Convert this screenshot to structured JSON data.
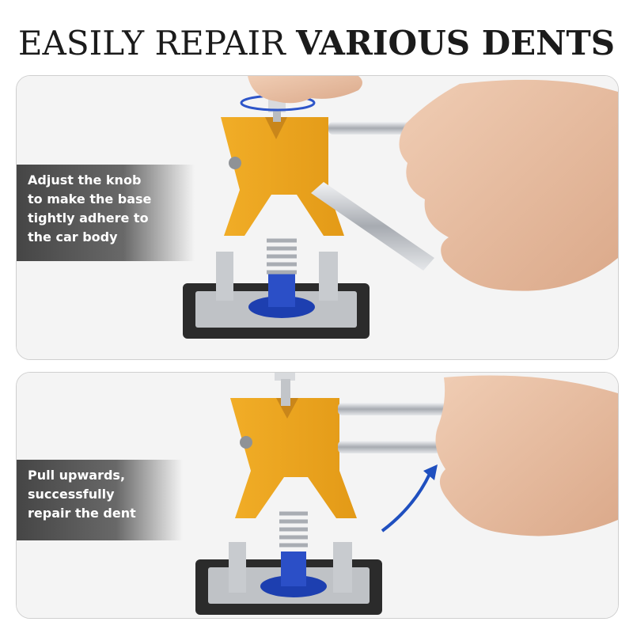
{
  "headline": {
    "light": "EASILY REPAIR",
    "bold": "VARIOUS DENTS"
  },
  "steps": [
    {
      "lines": [
        "Adjust the knob",
        "to make the base",
        "tightly adhere to",
        "the car body"
      ]
    },
    {
      "lines": [
        "Pull upwards,",
        "successfully",
        "repair the dent"
      ]
    }
  ],
  "colors": {
    "tool_body": "#e9a21e",
    "tool_shadow": "#c9861a",
    "rod": "#c9ccd1",
    "base_dark": "#2b2b2b",
    "base_plate": "#bfc2c6",
    "suction": "#1d3fb0",
    "arrow": "#1f4fbf",
    "skin": "#e9c1a6"
  },
  "icons": [
    "rotate-arrows-icon",
    "upward-arrow-icon"
  ]
}
